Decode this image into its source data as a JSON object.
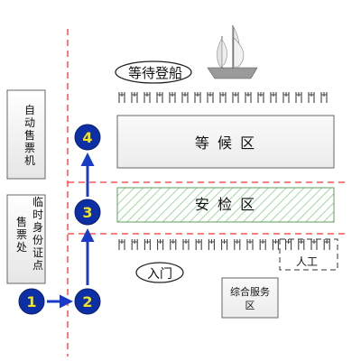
{
  "title": "等待登船",
  "zones": {
    "waiting": "等 候 区",
    "security": "安 检 区",
    "manual": "人工",
    "service_line1": "综合服务",
    "service_line2": "区"
  },
  "entrance": "入门",
  "kiosks": {
    "auto_ticket": [
      "自",
      "动",
      "售",
      "票",
      "机"
    ],
    "id_ticket": {
      "right_col": [
        "临",
        "时",
        "身",
        "份",
        "证",
        "点"
      ],
      "left_col": [
        "售",
        "票",
        "处"
      ]
    }
  },
  "steps": [
    "1",
    "2",
    "3",
    "4"
  ],
  "turnstile_counts": {
    "upper": 17,
    "lower": 17
  },
  "colors": {
    "step_fill": "#0d2fa6",
    "step_text": "#f4e31a",
    "arrow": "#1a3bc7",
    "dashed_red": "#ff3333",
    "hatch": "#7ec87e",
    "box_border": "#666666",
    "box_fill": "#f3f3f3"
  },
  "icons": [
    "ship-icon",
    "turnstile-icon"
  ]
}
